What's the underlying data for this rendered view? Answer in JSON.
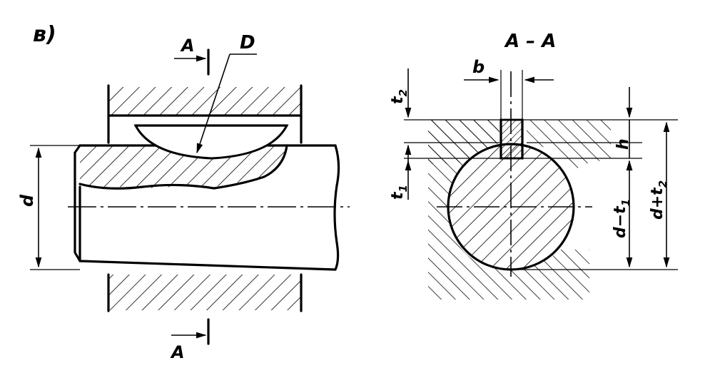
{
  "figure_label": "в)",
  "left_view": {
    "section_mark_top": "A",
    "section_mark_bottom": "A",
    "cutter_label": "D",
    "shaft_dim_label": "d"
  },
  "right_view": {
    "section_title": "A – A",
    "key_width_label": "b",
    "hub_depth_label": "t",
    "hub_depth_sub": "2",
    "shaft_depth_label": "t",
    "shaft_depth_sub": "1",
    "key_height_label": "h",
    "dim_shaft_label": "d−t",
    "dim_shaft_sub": "1",
    "dim_hub_label": "d+t",
    "dim_hub_sub": "2"
  }
}
